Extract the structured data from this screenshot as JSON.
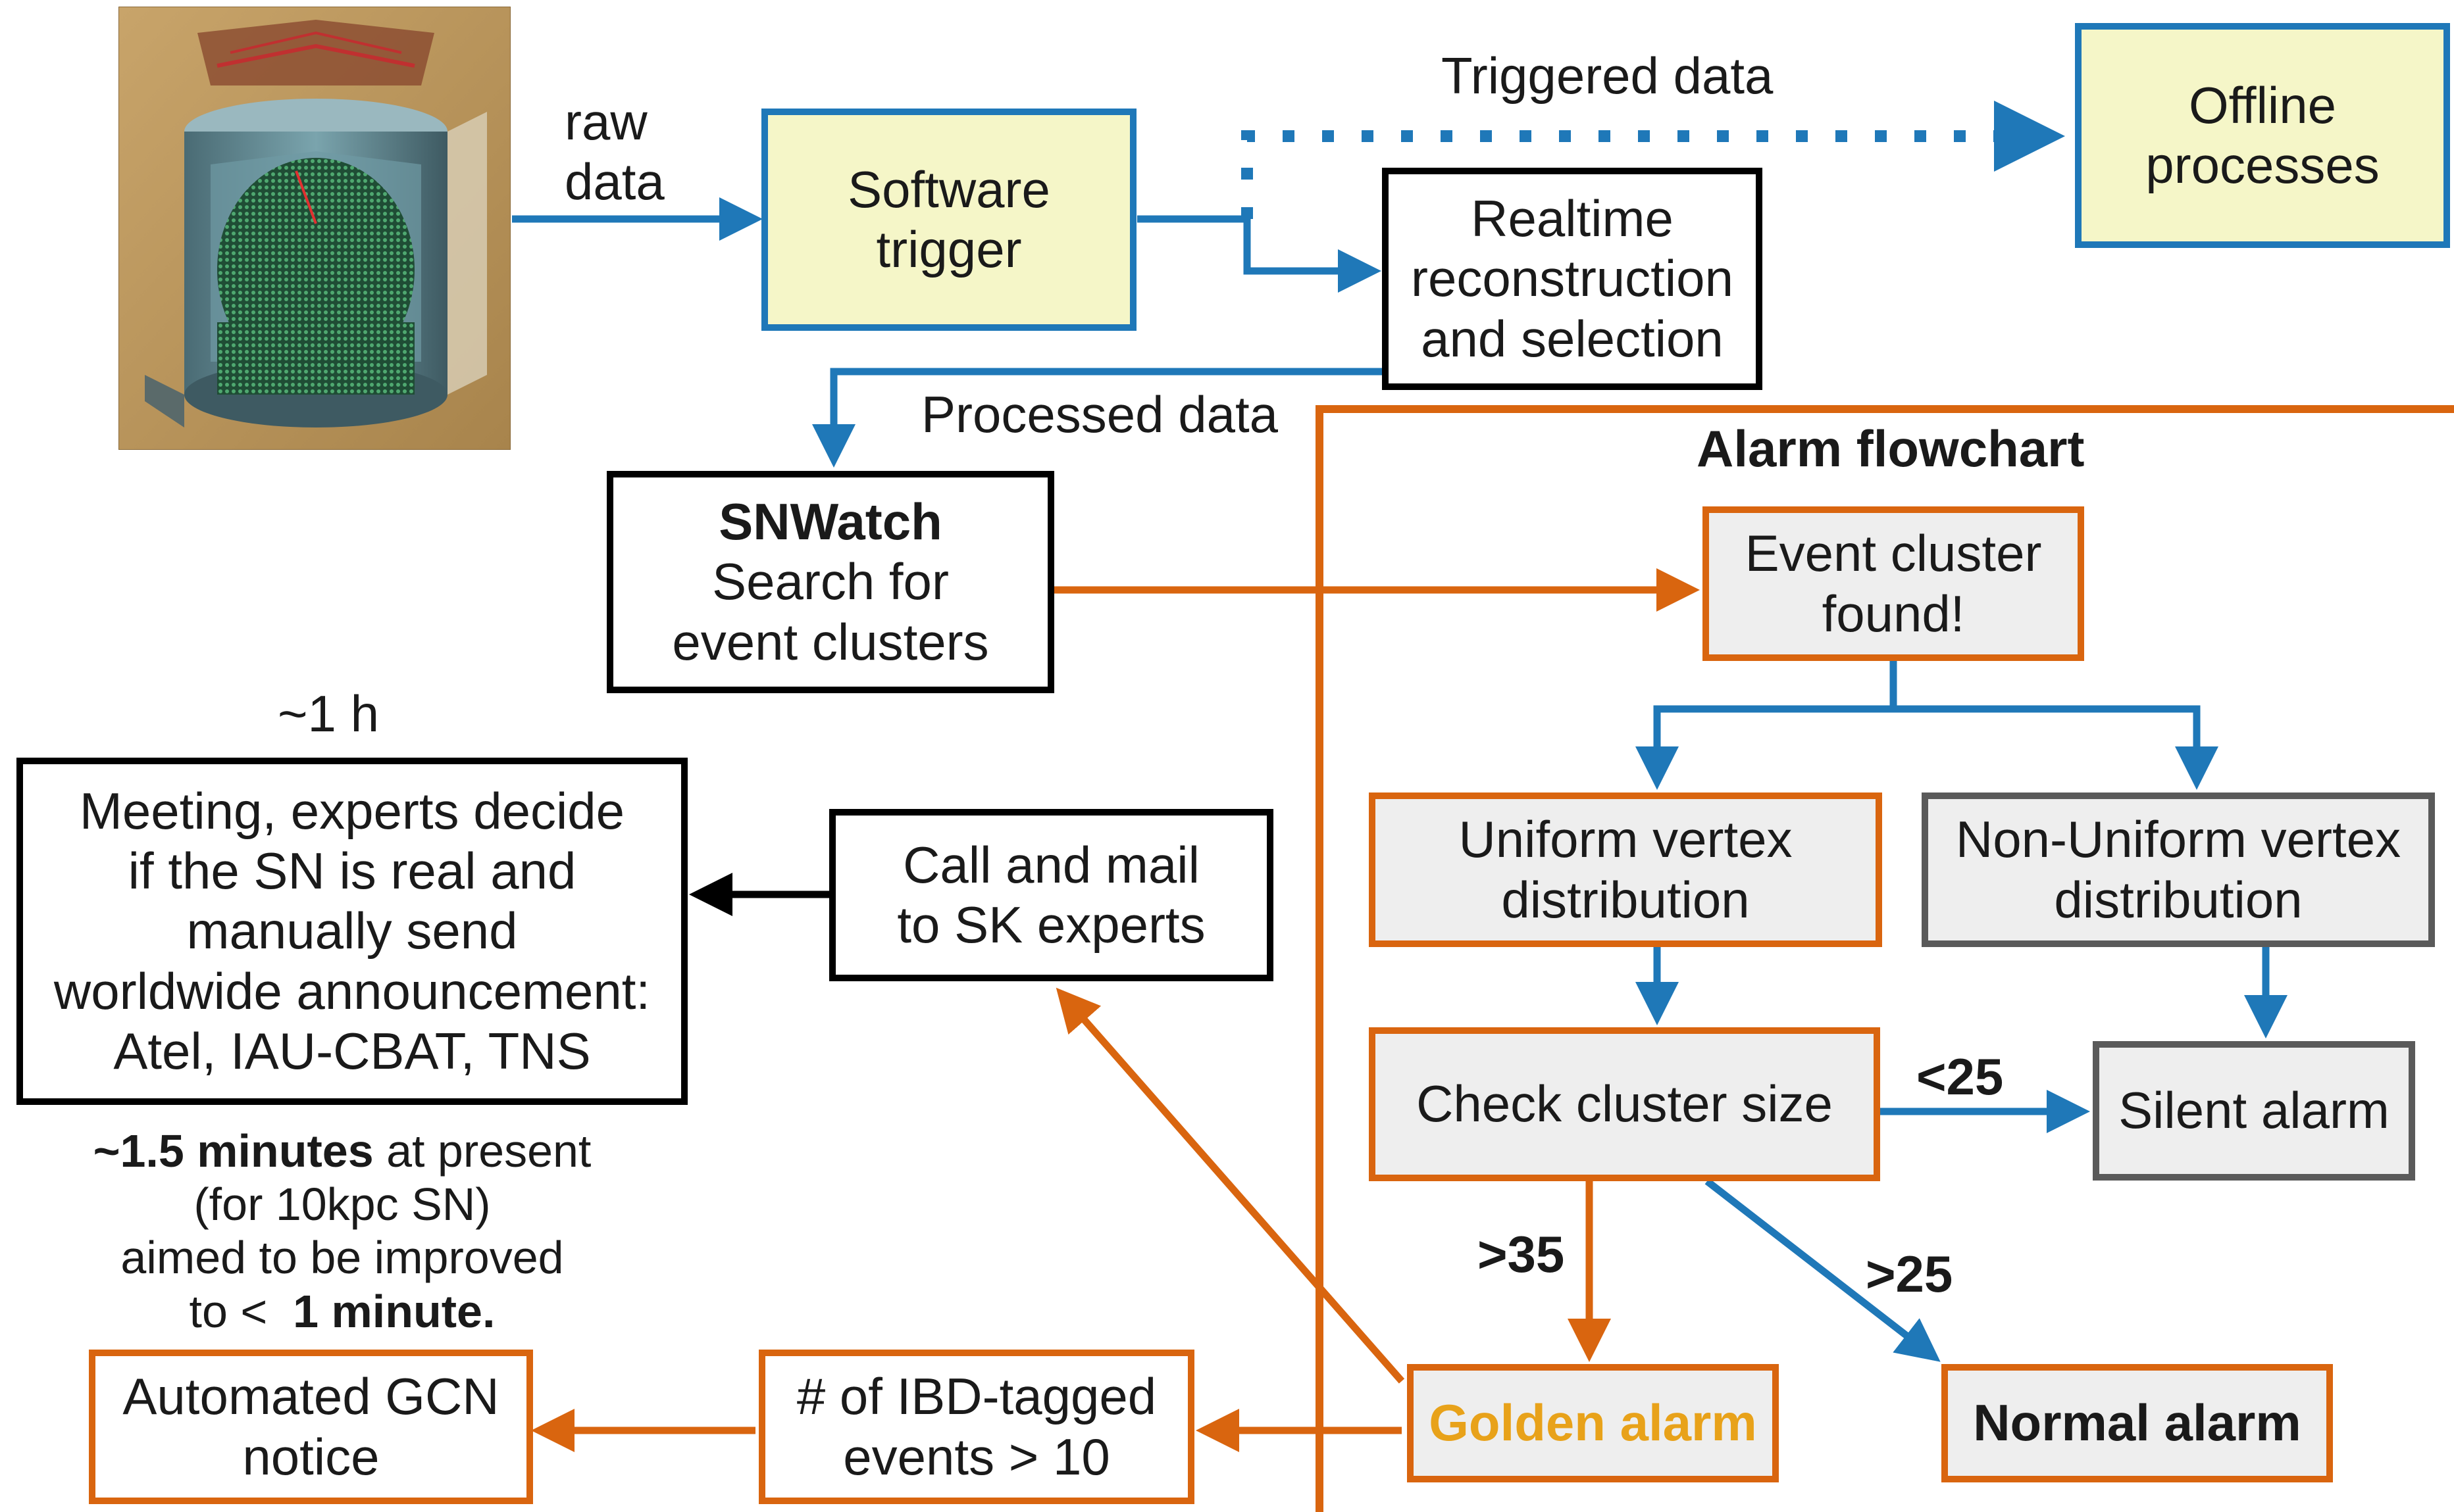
{
  "labels": {
    "raw_data": [
      "raw",
      "data"
    ],
    "triggered_data": "Triggered data",
    "processed_data": "Processed data",
    "alarm_flowchart": "Alarm flowchart",
    "one_hour": "~1 h",
    "lt25": "<25",
    "gt35": ">35",
    "gt25": ">25"
  },
  "boxes": {
    "software_trigger": [
      "Software",
      "trigger"
    ],
    "offline_processes": [
      "Offline",
      "processes"
    ],
    "realtime": [
      "Realtime",
      "reconstruction",
      "and selection"
    ],
    "snwatch": {
      "title": "SNWatch",
      "lines": [
        "Search for",
        "event clusters"
      ]
    },
    "event_cluster": [
      "Event cluster",
      "found!"
    ],
    "uniform": [
      "Uniform vertex",
      "distribution"
    ],
    "non_uniform": [
      "Non-Uniform vertex",
      "distribution"
    ],
    "check_size": "Check cluster size",
    "silent_alarm": "Silent alarm",
    "golden_alarm": "Golden alarm",
    "normal_alarm": "Normal alarm",
    "call_mail": [
      "Call and mail",
      "to SK experts"
    ],
    "meeting": [
      "Meeting, experts decide",
      "if the SN is real and",
      "manually send",
      "worldwide announcement:",
      "Atel, IAU-CBAT, TNS"
    ],
    "ibd": [
      "# of IBD-tagged",
      "events > 10"
    ],
    "gcn": [
      "Automated GCN",
      "notice"
    ]
  },
  "note": {
    "l1_bold": "~1.5 minutes",
    "l1_rest": " at present",
    "l2": "(for 10kpc SN)",
    "l3": "aimed to be improved",
    "l4_pre": "to <  ",
    "l4_bold": "1 minute."
  },
  "colors": {
    "blue": "#1f78b8",
    "orange": "#d9650f",
    "black": "#000000",
    "gray": "#5a5a5a",
    "box_yellow": "#f5f6c8",
    "box_gray": "#eeeeee",
    "gold_text": "#e8a21a"
  },
  "image": {
    "name": "super-kamiokande-detector-illustration"
  }
}
